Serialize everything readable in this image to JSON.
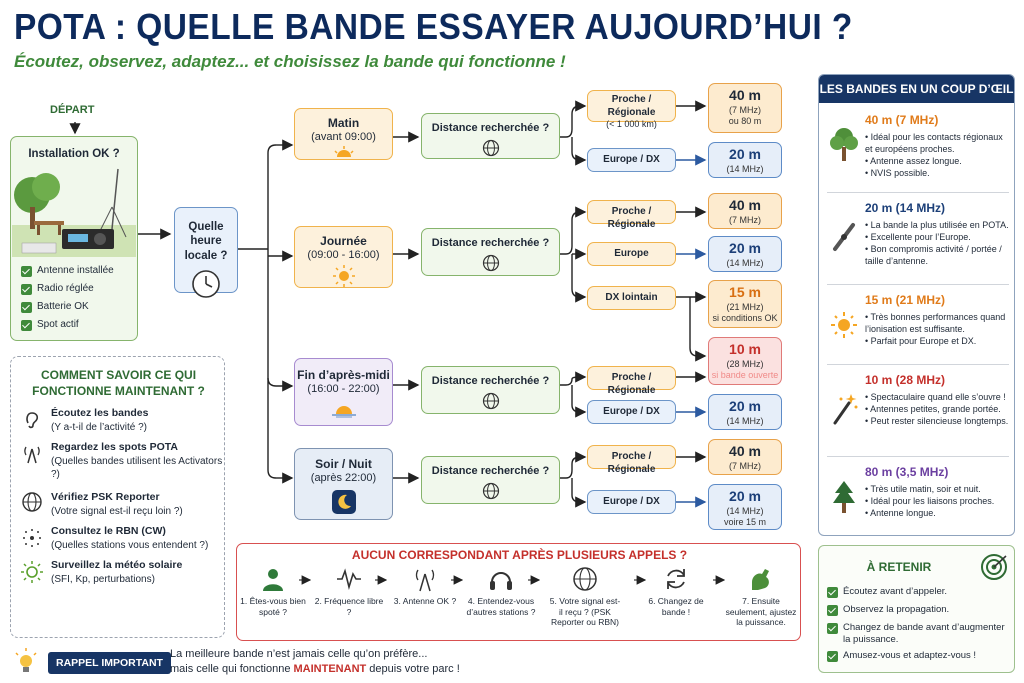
{
  "header": {
    "title": "POTA : QUELLE BANDE ESSAYER AUJOURD’HUI ?",
    "subtitle": "Écoutez, observez, adaptez... et choisissez la bande qui fonctionne !"
  },
  "start": {
    "label": "DÉPART",
    "title": "Installation OK ?",
    "checklist": [
      "Antenne installée",
      "Radio réglée",
      "Batterie OK",
      "Spot actif"
    ]
  },
  "question": {
    "line1": "Quelle heure",
    "line2": "locale ?"
  },
  "periods": [
    {
      "name": "Matin",
      "time": "(avant 09:00)"
    },
    {
      "name": "Journée",
      "time": "(09:00 - 16:00)"
    },
    {
      "name": "Fin d’après-midi",
      "time": "(16:00 - 22:00)"
    },
    {
      "name": "Soir / Nuit",
      "time": "(après 22:00)"
    }
  ],
  "distance_label": "Distance recherchée ?",
  "targets": {
    "proche_regionale": "Proche / Régionale",
    "proche_regionale_sub": "(< 1 000 km)",
    "europe_dx": "Europe / DX",
    "europe": "Europe",
    "dx_lointain": "DX lointain"
  },
  "bands": {
    "b40_morning": {
      "band": "40 m",
      "freq": "(7 MHz)",
      "note": "ou 80 m"
    },
    "b20": {
      "band": "20 m",
      "freq": "(14 MHz)"
    },
    "b40": {
      "band": "40 m",
      "freq": "(7 MHz)"
    },
    "b15": {
      "band": "15 m",
      "freq": "(21 MHz)",
      "note": "si conditions OK"
    },
    "b10": {
      "band": "10 m",
      "freq": "(28 MHz)",
      "note": "si bande ouverte"
    },
    "b20_night": {
      "band": "20 m",
      "freq": "(14 MHz)",
      "note": "voire 15 m"
    }
  },
  "how_panel": {
    "title_line1": "COMMENT SAVOIR CE QUI",
    "title_line2": "FONCTIONNE MAINTENANT ?",
    "items": [
      {
        "title": "Écoutez les bandes",
        "desc": "(Y a-t-il de l’activité ?)"
      },
      {
        "title": "Regardez les spots POTA",
        "desc": "(Quelles bandes utilisent les Activators ?)"
      },
      {
        "title": "Vérifiez PSK Reporter",
        "desc": "(Votre signal est-il reçu loin ?)"
      },
      {
        "title": "Consultez le RBN (CW)",
        "desc": "(Quelles stations vous entendent ?)"
      },
      {
        "title": "Surveillez la météo solaire",
        "desc": "(SFI, Kp, perturbations)"
      }
    ]
  },
  "fail_panel": {
    "title": "AUCUN CORRESPONDANT APRÈS PLUSIEURS APPELS ?",
    "steps": [
      "1. Êtes-vous bien spoté ?",
      "2. Fréquence libre ?",
      "3. Antenne OK ?",
      "4. Entendez-vous d’autres stations ?",
      "5. Votre signal est-il reçu ? (PSK Reporter ou RBN)",
      "6. Changez de bande !",
      "7. Ensuite seulement, ajustez la puissance."
    ]
  },
  "side_panel": {
    "title": "LES BANDES EN UN COUP D’ŒIL",
    "entries": [
      {
        "title": "40 m (7 MHz)",
        "color": "#e07b1a",
        "bullets": [
          "Idéal pour les contacts régionaux et européens proches.",
          "Antenne assez longue.",
          "NVIS possible."
        ]
      },
      {
        "title": "20 m (14 MHz)",
        "color": "#1c3f78",
        "bullets": [
          "La bande la plus utilisée en POTA.",
          "Excellente pour l’Europe.",
          "Bon compromis activité / portée / taille d’antenne."
        ]
      },
      {
        "title": "15 m (21 MHz)",
        "color": "#e07b1a",
        "bullets": [
          "Très bonnes performances quand l’ionisation est suffisante.",
          "Parfait pour Europe et DX."
        ]
      },
      {
        "title": "10 m (28 MHz)",
        "color": "#c4302b",
        "bullets": [
          "Spectaculaire quand elle s’ouvre !",
          "Antennes petites, grande portée.",
          "Peut rester silencieuse longtemps."
        ]
      },
      {
        "title": "80 m (3,5 MHz)",
        "color": "#6b3fa0",
        "bullets": [
          "Très utile matin, soir et nuit.",
          "Idéal pour les liaisons proches.",
          "Antenne longue."
        ]
      }
    ]
  },
  "retenir": {
    "title": "À RETENIR",
    "items": [
      "Écoutez avant d’appeler.",
      "Observez la propagation.",
      "Changez de bande avant d’augmenter la puissance.",
      "Amusez-vous et adaptez-vous !"
    ]
  },
  "reminder": {
    "badge": "RAPPEL IMPORTANT",
    "line1": "La meilleure bande n’est jamais celle qu’on préfère...",
    "line2_a": "mais celle qui fonctionne ",
    "line2_b": "MAINTENANT",
    "line2_c": " depuis votre parc !"
  },
  "colors": {
    "navy": "#0d2a5c",
    "green": "#3f8a3b",
    "red": "#c4302b",
    "orange": "#e07b1a"
  }
}
